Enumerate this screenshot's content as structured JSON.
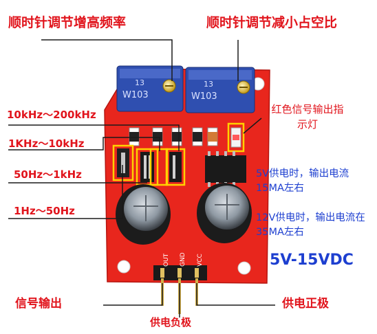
{
  "labels": {
    "top_left": "顺时针调节增高频率",
    "top_right": "顺时针调节减小占空比",
    "range_1": "10kHz～200kHz",
    "range_2": "1KHz～10kHz",
    "range_3": "50Hz～1kHz",
    "range_4": "1Hz～50Hz",
    "led": "红色信号输出指示灯",
    "note_5v": "5V供电时，输出电流15MA左右",
    "note_12v": "12V供电时，输出电流在35MA左右",
    "voltage": "5V-15VDC",
    "signal_out": "信号输出",
    "power_neg": "供电负极",
    "power_pos": "供电正极"
  },
  "board": {
    "pot_left_marking": "W103",
    "pot_left_number": "13",
    "pot_right_marking": "W103",
    "pot_right_number": "13",
    "pin_out": "OUT",
    "pin_gnd": "GND",
    "pin_vcc": "VCC"
  },
  "colors": {
    "pcb": "#e8261d",
    "annotation_red": "#e1141c",
    "annotation_blue": "#1d3fd0",
    "highlight": "#ffd200",
    "pot_blue": "#2f4fb0"
  }
}
